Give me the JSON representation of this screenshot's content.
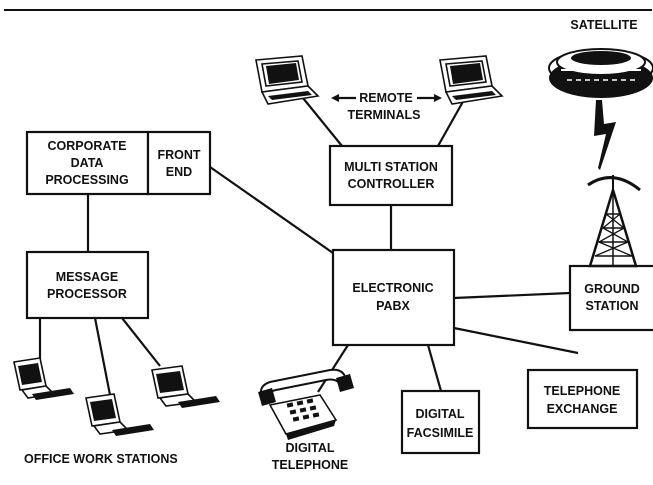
{
  "nodes": {
    "corporate": [
      "CORPORATE",
      "DATA",
      "PROCESSING"
    ],
    "front_end": [
      "FRONT",
      "END"
    ],
    "message_processor": [
      "MESSAGE",
      "PROCESSOR"
    ],
    "msc": [
      "MULTI STATION",
      "CONTROLLER"
    ],
    "pabx": [
      "ELECTRONIC",
      "PABX"
    ],
    "ground_station": [
      "GROUND",
      "STATION"
    ],
    "telephone_exchange": [
      "TELEPHONE",
      "EXCHANGE"
    ],
    "digital_facsimile": [
      "DIGITAL",
      "FACSIMILE"
    ]
  },
  "labels": {
    "satellite": "SATELLITE",
    "remote": "REMOTE",
    "terminals": "TERMINALS",
    "digital_telephone": [
      "DIGITAL",
      "TELEPHONE"
    ],
    "office_work_stations": "OFFICE WORK STATIONS"
  }
}
